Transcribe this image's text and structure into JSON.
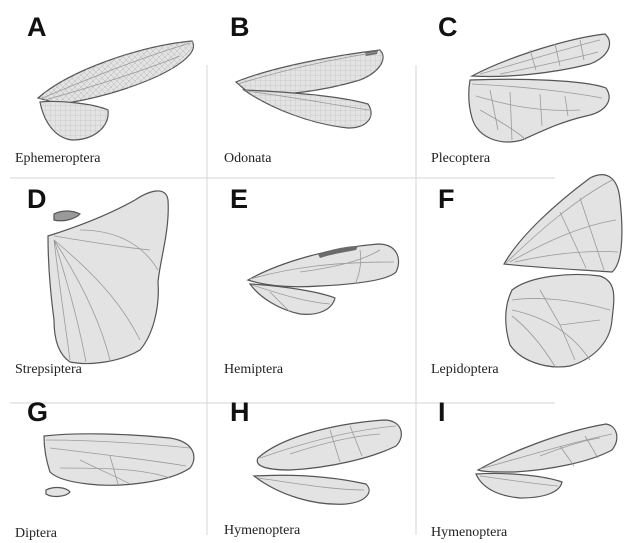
{
  "panels": [
    {
      "letter": "A",
      "label": "Ephemeroptera"
    },
    {
      "letter": "B",
      "label": "Odonata"
    },
    {
      "letter": "C",
      "label": "Plecoptera"
    },
    {
      "letter": "D",
      "label": "Strepsiptera"
    },
    {
      "letter": "E",
      "label": "Hemiptera"
    },
    {
      "letter": "F",
      "label": "Lepidoptera"
    },
    {
      "letter": "G",
      "label": "Diptera"
    },
    {
      "letter": "H",
      "label": "Hymenoptera"
    },
    {
      "letter": "I",
      "label": "Hymenoptera"
    }
  ],
  "colors": {
    "wing_fill": "#e3e3e3",
    "wing_outline": "#555555",
    "vein": "#9a9a9a",
    "divider": "#d6d6d6"
  }
}
